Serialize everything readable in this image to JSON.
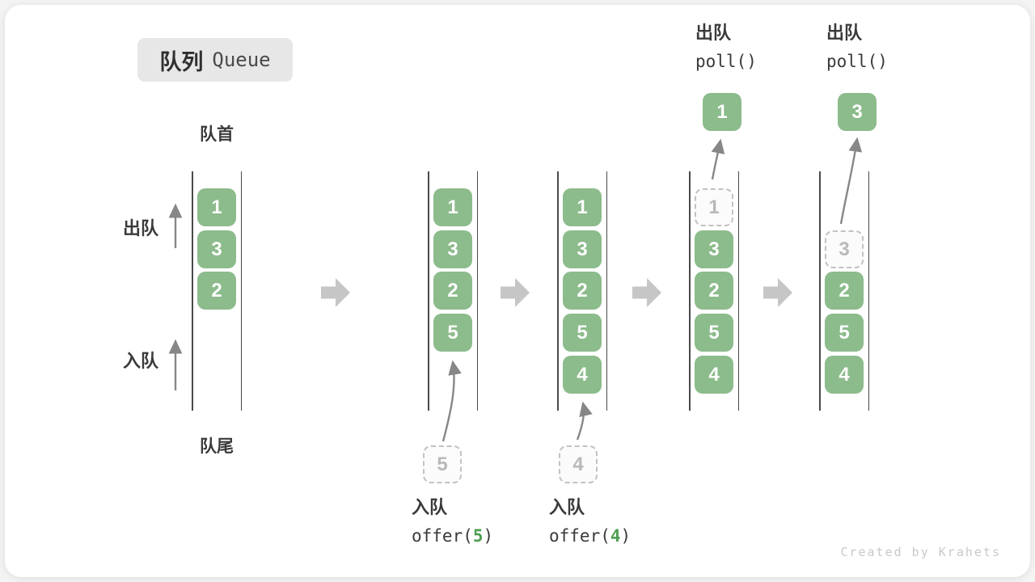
{
  "title": {
    "badge_zh": "队列",
    "badge_en": "Queue"
  },
  "labels": {
    "front": "队首",
    "rear": "队尾",
    "dequeue_side": "出队",
    "enqueue_side": "入队"
  },
  "queues": [
    {
      "name": "state-1",
      "boxes": [
        {
          "v": "1"
        },
        {
          "v": "3"
        },
        {
          "v": "2"
        }
      ]
    },
    {
      "name": "state-2",
      "boxes": [
        {
          "v": "1"
        },
        {
          "v": "3"
        },
        {
          "v": "2"
        },
        {
          "v": "5"
        }
      ]
    },
    {
      "name": "state-3",
      "boxes": [
        {
          "v": "1"
        },
        {
          "v": "3"
        },
        {
          "v": "2"
        },
        {
          "v": "5"
        },
        {
          "v": "4"
        }
      ]
    },
    {
      "name": "state-4",
      "boxes": [
        {
          "v": "1",
          "dashed": true
        },
        {
          "v": "3"
        },
        {
          "v": "2"
        },
        {
          "v": "5"
        },
        {
          "v": "4"
        }
      ]
    },
    {
      "name": "state-5",
      "boxes": [
        {
          "v": "3",
          "dashed": true
        },
        {
          "v": "2"
        },
        {
          "v": "5"
        },
        {
          "v": "4"
        }
      ]
    }
  ],
  "enqueue_ops": [
    {
      "label": "入队",
      "code_prefix": "offer(",
      "arg": "5",
      "code_suffix": ")",
      "pending": "5"
    },
    {
      "label": "入队",
      "code_prefix": "offer(",
      "arg": "4",
      "code_suffix": ")",
      "pending": "4"
    }
  ],
  "dequeue_ops": [
    {
      "label": "出队",
      "code": "poll()",
      "removed": "1"
    },
    {
      "label": "出队",
      "code": "poll()",
      "removed": "3"
    }
  ],
  "watermark": "Created by Krahets",
  "colors": {
    "box_green": "#8CBB8C",
    "code_green": "#4E9E50",
    "block_arrow_gray": "#C6C6C6",
    "thin_arrow_gray": "#878787",
    "badge_gray": "#E7E7E7"
  }
}
